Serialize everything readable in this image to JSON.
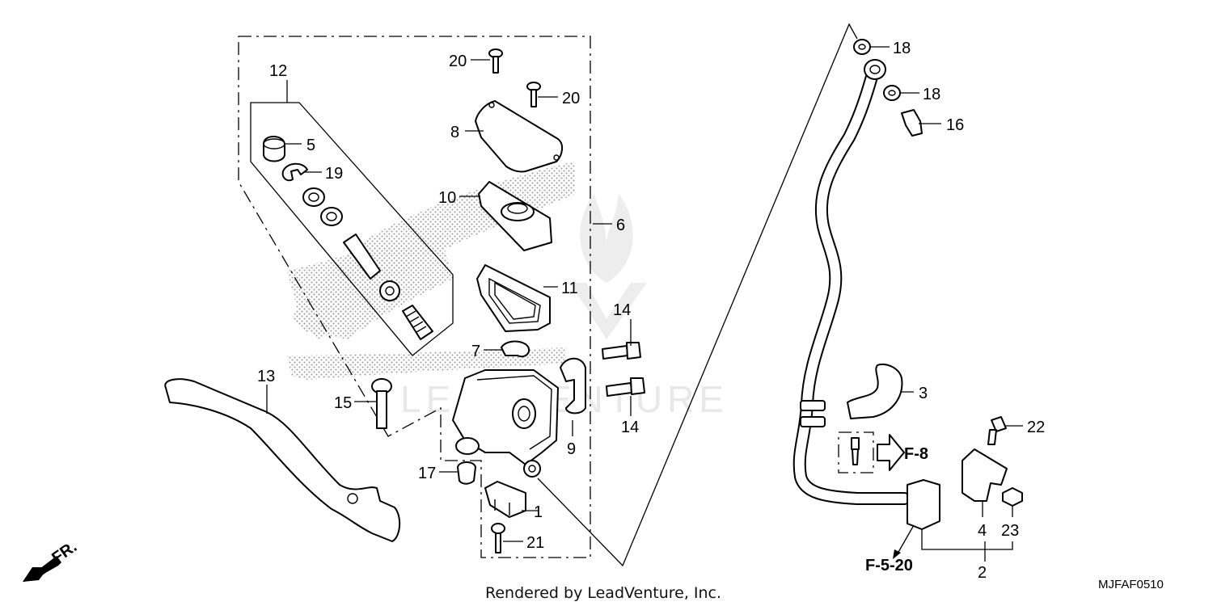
{
  "diagram": {
    "callouts": {
      "p1": "1",
      "p2": "2",
      "p3": "3",
      "p4": "4",
      "p5": "5",
      "p6": "6",
      "p7": "7",
      "p8": "8",
      "p9": "9",
      "p10": "10",
      "p11": "11",
      "p12": "12",
      "p13": "13",
      "p14a": "14",
      "p14b": "14",
      "p15": "15",
      "p16": "16",
      "p17": "17",
      "p18a": "18",
      "p18b": "18",
      "p19": "19",
      "p20a": "20",
      "p20b": "20",
      "p21": "21",
      "p22": "22",
      "p23": "23"
    },
    "references": {
      "f8": "F-8",
      "f520": "F-5-20"
    },
    "direction_label": "FR.",
    "diagram_code": "MJFAF0510",
    "credit": "Rendered by LeadVenture, Inc.",
    "watermark": "LEADVENTURE"
  }
}
